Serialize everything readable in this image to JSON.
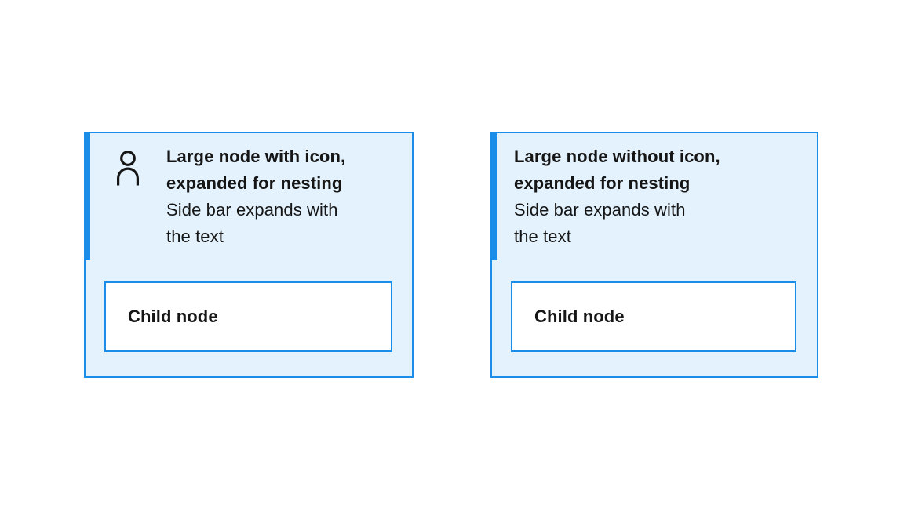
{
  "colors": {
    "accent": "#1a8dea",
    "node_background": "#e3f2fd",
    "child_background": "#ffffff",
    "text": "#161616",
    "canvas_background": "#ffffff"
  },
  "nodes": [
    {
      "title_lines": [
        "Large node with icon,",
        "expanded for nesting"
      ],
      "subtitle_lines": [
        "Side bar expands with",
        "the text"
      ],
      "icon": "user-icon",
      "child_label": "Child node"
    },
    {
      "title_lines": [
        "Large node without icon,",
        "expanded for nesting"
      ],
      "subtitle_lines": [
        "Side bar expands with",
        "the text"
      ],
      "icon": "",
      "child_label": "Child node"
    }
  ]
}
